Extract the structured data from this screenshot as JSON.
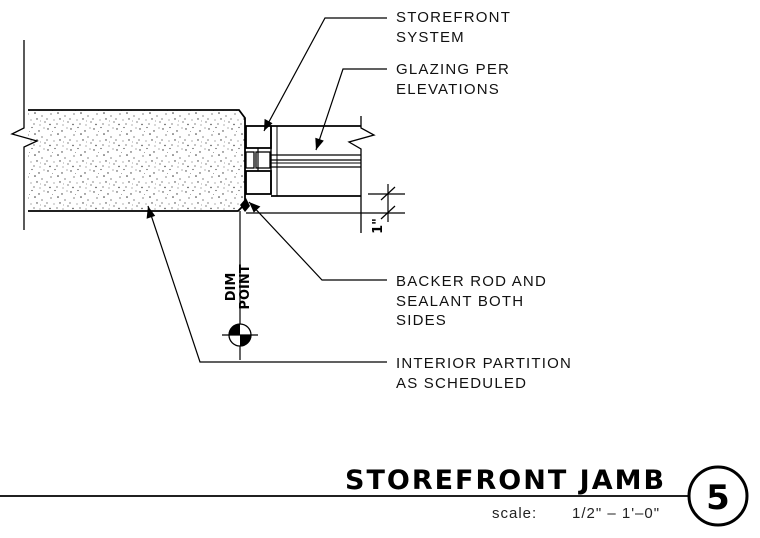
{
  "labels": {
    "storefront_system": [
      "STOREFRONT",
      "SYSTEM"
    ],
    "glazing": [
      "GLAZING PER",
      "ELEVATIONS"
    ],
    "backer_rod": [
      "BACKER ROD AND",
      "SEALANT BOTH",
      "SIDES"
    ],
    "interior_partition": [
      "INTERIOR PARTITION",
      "AS SCHEDULED"
    ]
  },
  "dim_point": [
    "DIM",
    "POINT"
  ],
  "dimension": "1\"",
  "title_block": {
    "title": "STOREFRONT JAMB",
    "scale_label": "scale:",
    "scale_value": "1/2\" – 1'–0\"",
    "detail_number": "5"
  }
}
